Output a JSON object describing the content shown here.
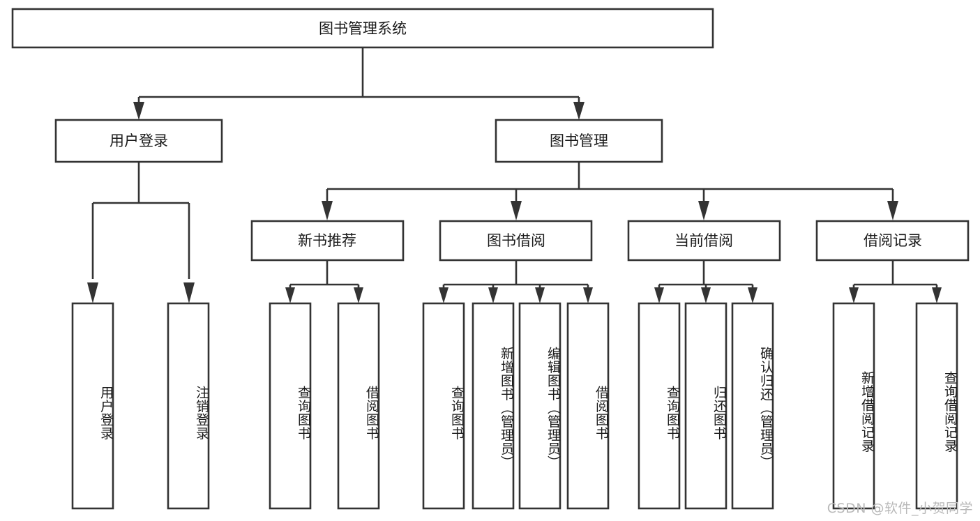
{
  "diagram": {
    "type": "tree",
    "title": "图书管理系统",
    "watermark": "CSDN @软件_小贺同学",
    "colors": {
      "stroke": "#333333",
      "fill": "#ffffff",
      "text": "#1a1a1a",
      "watermark": "#b9b9b9",
      "background": "#ffffff"
    },
    "root": {
      "label": "图书管理系统"
    },
    "level2": [
      {
        "id": "user-login",
        "label": "用户登录"
      },
      {
        "id": "book-manage",
        "label": "图书管理"
      }
    ],
    "level3": [
      {
        "id": "new-book-recommend",
        "label": "新书推荐",
        "parent": "book-manage"
      },
      {
        "id": "book-borrow",
        "label": "图书借阅",
        "parent": "book-manage"
      },
      {
        "id": "current-borrow",
        "label": "当前借阅",
        "parent": "book-manage"
      },
      {
        "id": "borrow-record",
        "label": "借阅记录",
        "parent": "book-manage"
      }
    ],
    "leaves": [
      {
        "id": "leaf-user-login",
        "label": "用户登录",
        "parent": "user-login"
      },
      {
        "id": "leaf-logout-login",
        "label": "注销登录",
        "parent": "user-login"
      },
      {
        "id": "leaf-query-book-1",
        "label": "查询图书",
        "parent": "new-book-recommend"
      },
      {
        "id": "leaf-borrow-book-1",
        "label": "借阅图书",
        "parent": "new-book-recommend"
      },
      {
        "id": "leaf-query-book-2",
        "label": "查询图书",
        "parent": "book-borrow"
      },
      {
        "id": "leaf-add-book",
        "label": "新增图书（管理员）",
        "parent": "book-borrow"
      },
      {
        "id": "leaf-edit-book",
        "label": "编辑图书（管理员）",
        "parent": "book-borrow"
      },
      {
        "id": "leaf-borrow-book-2",
        "label": "借阅图书",
        "parent": "book-borrow"
      },
      {
        "id": "leaf-query-book-3",
        "label": "查询图书",
        "parent": "current-borrow"
      },
      {
        "id": "leaf-return-book",
        "label": "归还图书",
        "parent": "current-borrow"
      },
      {
        "id": "leaf-confirm-return",
        "label": "确认归还（管理员）",
        "parent": "current-borrow"
      },
      {
        "id": "leaf-add-record",
        "label": "新增借阅记录",
        "parent": "borrow-record"
      },
      {
        "id": "leaf-query-record",
        "label": "查询借阅记录",
        "parent": "borrow-record"
      }
    ]
  }
}
